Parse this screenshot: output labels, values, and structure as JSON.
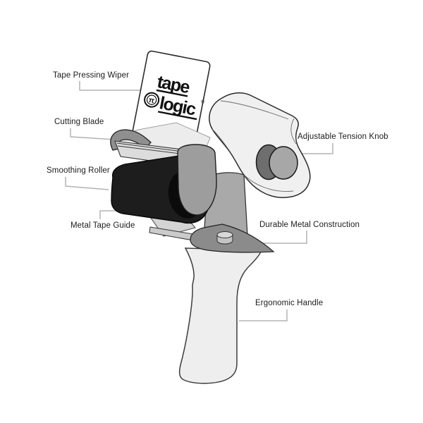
{
  "callouts": {
    "tape_pressing_wiper": "Tape Pressing Wiper",
    "cutting_blade": "Cutting Blade",
    "smoothing_roller": "Smoothing Roller",
    "metal_tape_guide": "Metal Tape Guide",
    "adjustable_tension_knob": "Adjustable Tension Knob",
    "durable_metal_construction": "Durable Metal Construction",
    "ergonomic_handle": "Ergonomic Handle"
  },
  "logo": {
    "word_top": "tape",
    "word_bottom": "logic",
    "symbol": "π",
    "registered": "®"
  },
  "colors": {
    "background": "#ffffff",
    "label_text": "#1c1c1c",
    "leader_line": "#b3b3b3",
    "outline": "#2a2a2a",
    "card": "#ffffff",
    "logo_ink": "#111111",
    "tape_sheet": "#ececec",
    "blade_bar": "#dcdcdc",
    "hook": "#8f8f8f",
    "body": "#f0f0f0",
    "knob_ring": "#6e6e6e",
    "knob_face": "#a7a7a7",
    "neck": "#a9a9a9",
    "guide_sheet": "#d4d4d4",
    "guide_bar": "#cbcbcb",
    "guide_slot": "#e9e9e9",
    "roller": "#1d1d1d",
    "roller_hole": "#0b0b0b",
    "clamp": "#9d9d9d",
    "handle": "#eeeeee",
    "wing": "#8b8b8b",
    "screw_side": "#c4c4c4",
    "screw_top": "#d8d8d8"
  }
}
